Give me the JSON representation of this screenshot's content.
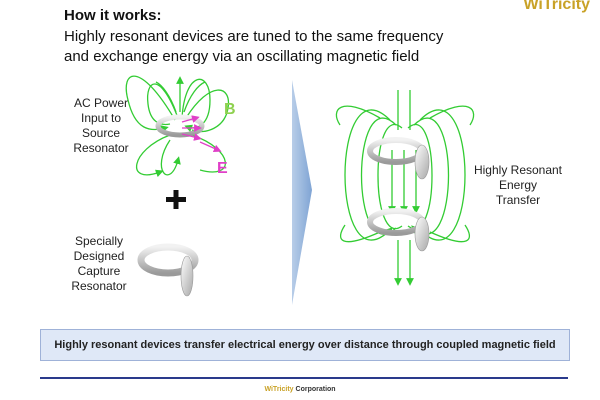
{
  "header": {
    "title": "How it works:",
    "subtitle_line1": "Highly resonant devices are tuned to the same frequency",
    "subtitle_line2": "and exchange energy via an oscillating magnetic field"
  },
  "logo": {
    "prefix": "Wi",
    "suffix": "Tricity"
  },
  "labels": {
    "source": [
      "AC Power",
      "Input to",
      "Source",
      "Resonator"
    ],
    "capture": [
      "Specially",
      "Designed",
      "Capture",
      "Resonator"
    ],
    "transfer": [
      "Highly Resonant",
      "Energy",
      "Transfer"
    ],
    "field_b": "B",
    "field_e": "E",
    "plus": "+"
  },
  "banner": {
    "text": "Highly resonant devices  transfer electrical energy over distance  through coupled magnetic field"
  },
  "footer": {
    "brand": "WiTricity",
    "suffix": " Corporation"
  },
  "colors": {
    "field": "#33cc33",
    "b_label": "#8fd14f",
    "e_label": "#e040c8",
    "arrow": "#5b8dc9",
    "banner_bg": "#dfe8f7",
    "rule": "#2a3a8c"
  }
}
